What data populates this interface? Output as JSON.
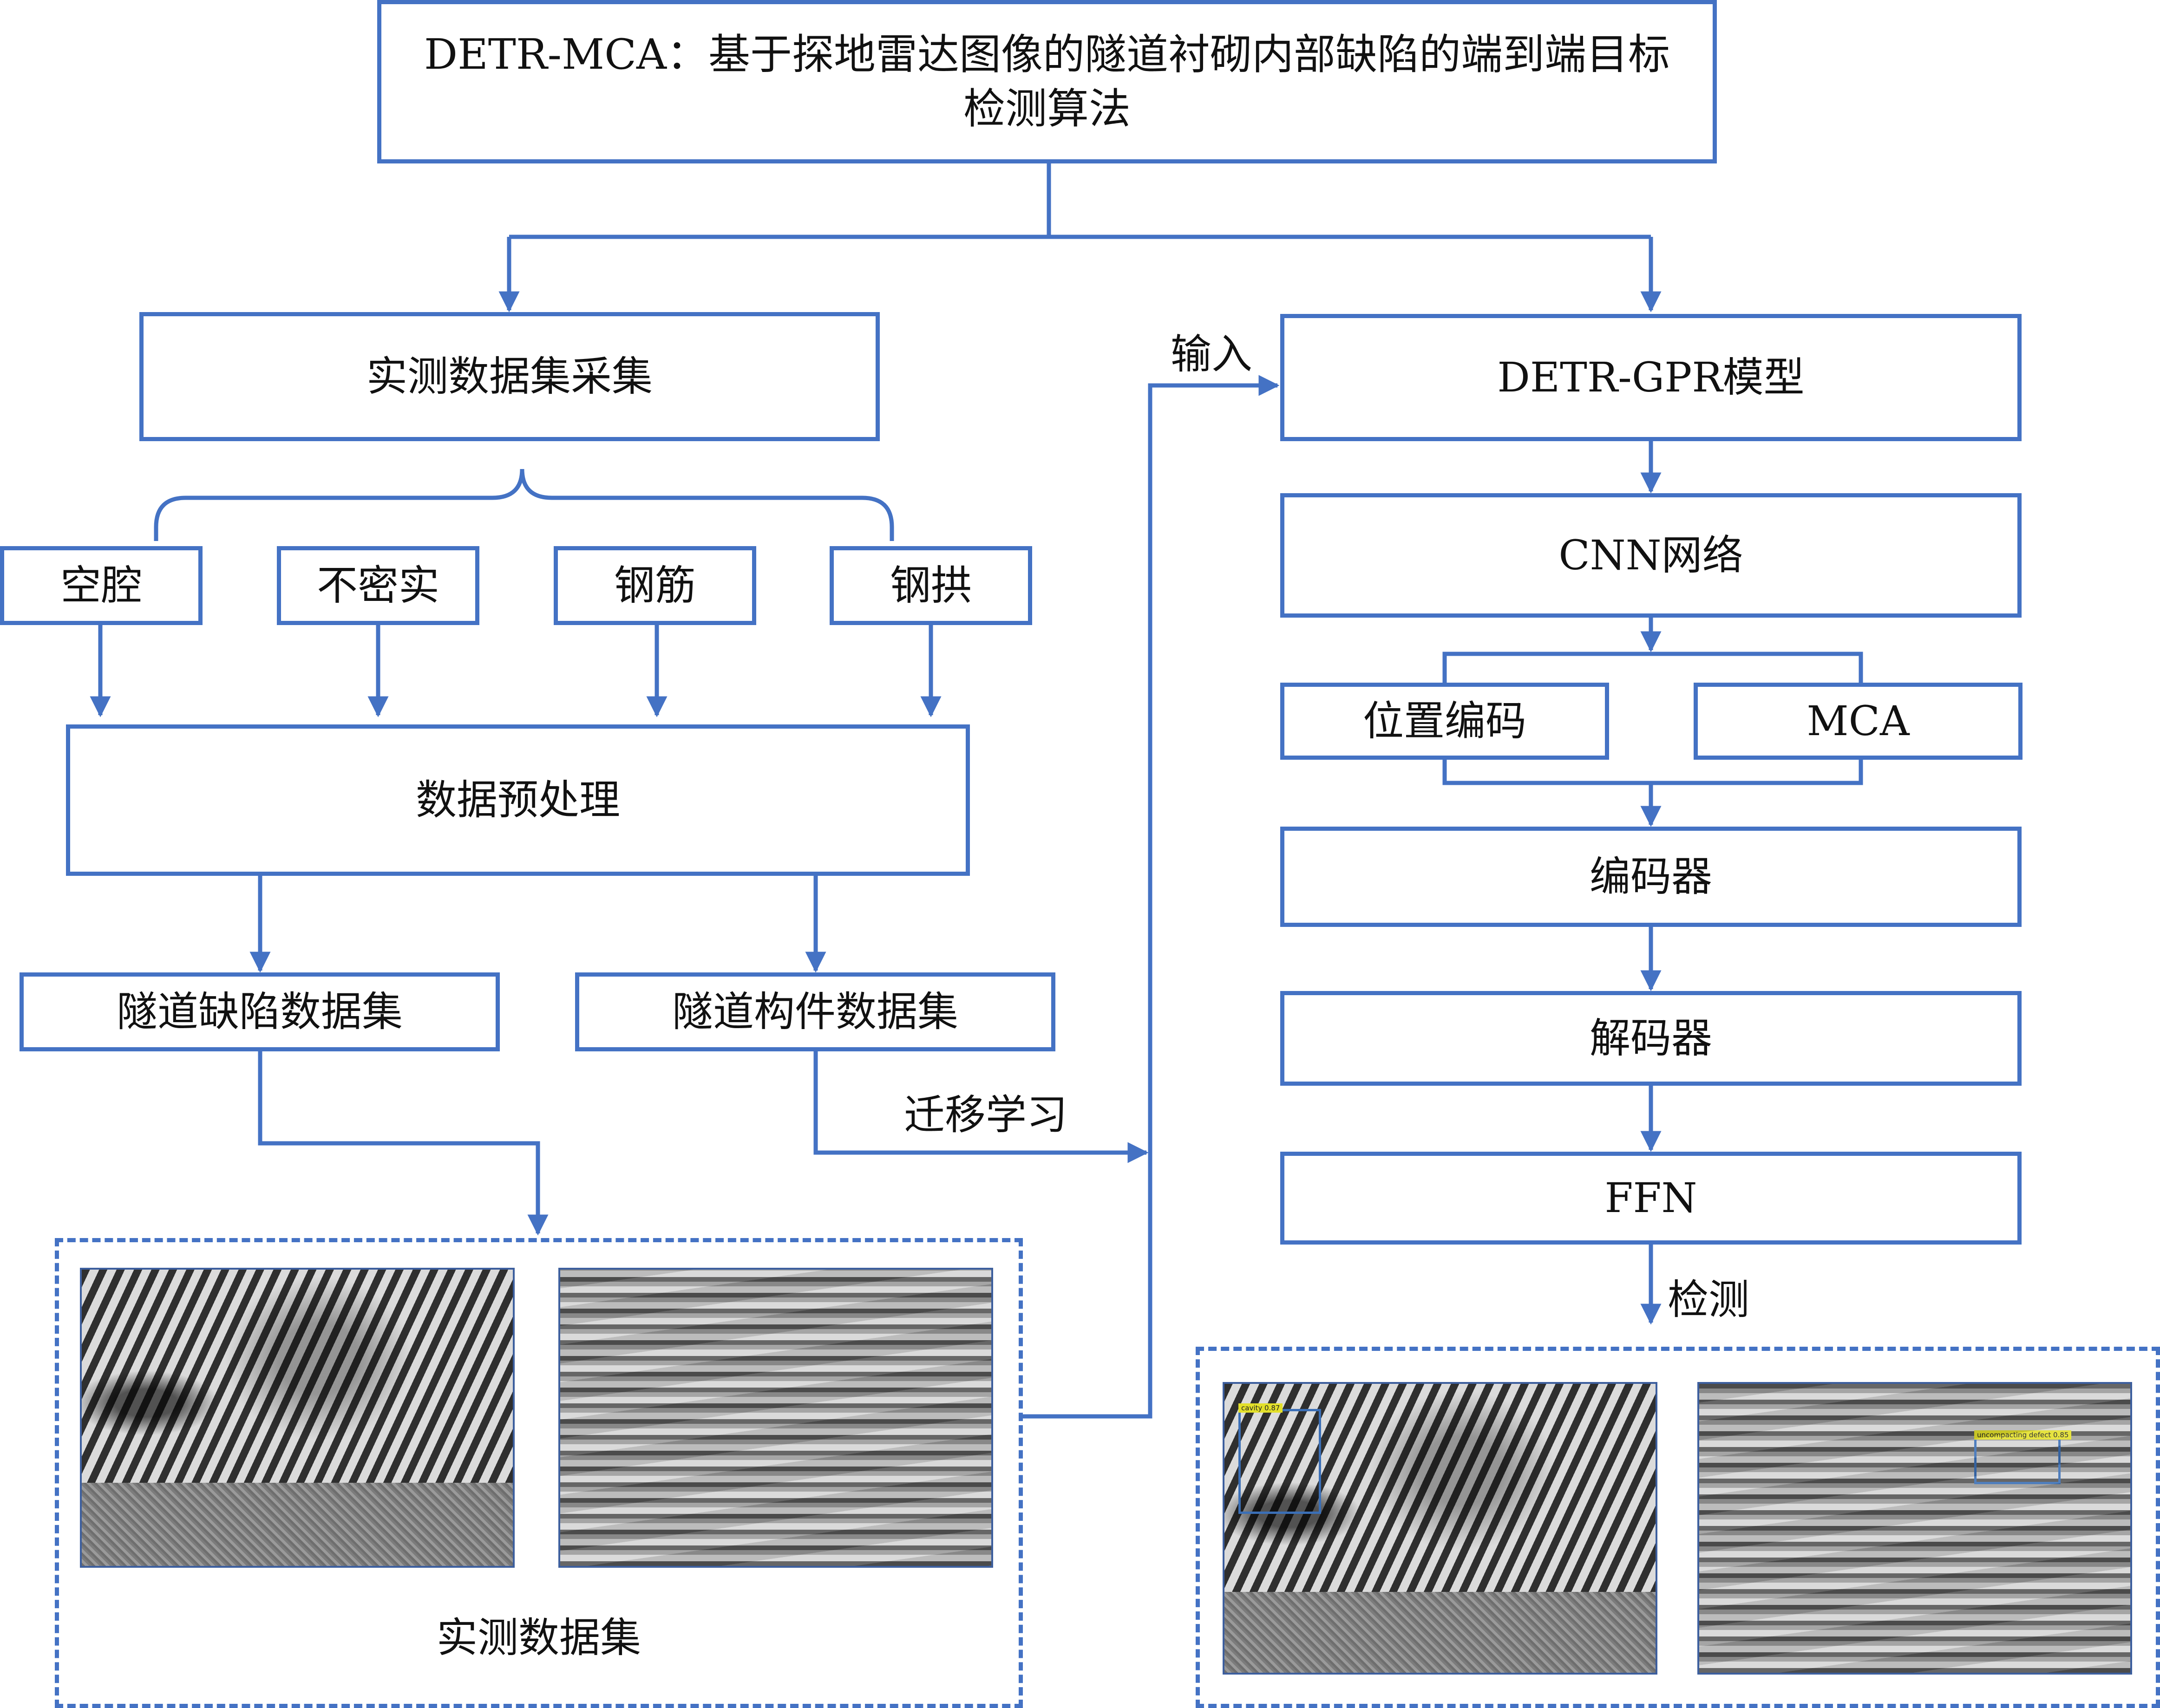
{
  "title": "DETR-MCA：基于探地雷达图像的隧道衬砌内部缺陷的端到端目标检测算法",
  "colors": {
    "stroke": "#4472c4",
    "text": "#111111",
    "detection_box": "#3b6fb6",
    "detection_label_bg": "#e3e02a"
  },
  "left": {
    "collection": "实测数据集采集",
    "categories": [
      "空腔",
      "不密实",
      "钢筋",
      "钢拱"
    ],
    "preprocess": "数据预处理",
    "defect_dataset": "隧道缺陷数据集",
    "component_dataset": "隧道构件数据集",
    "measured_caption": "实测数据集"
  },
  "edges": {
    "transfer": "迁移学习",
    "input": "输入",
    "detect": "检测"
  },
  "right": {
    "model": "DETR-GPR模型",
    "cnn": "CNN网络",
    "pos_encoding": "位置编码",
    "mca": "MCA",
    "encoder": "编码器",
    "decoder": "解码器",
    "ffn": "FFN"
  },
  "detections": [
    {
      "label": "cavity",
      "score": "0.87"
    },
    {
      "label": "uncompacting defect",
      "score": "0.85"
    }
  ]
}
